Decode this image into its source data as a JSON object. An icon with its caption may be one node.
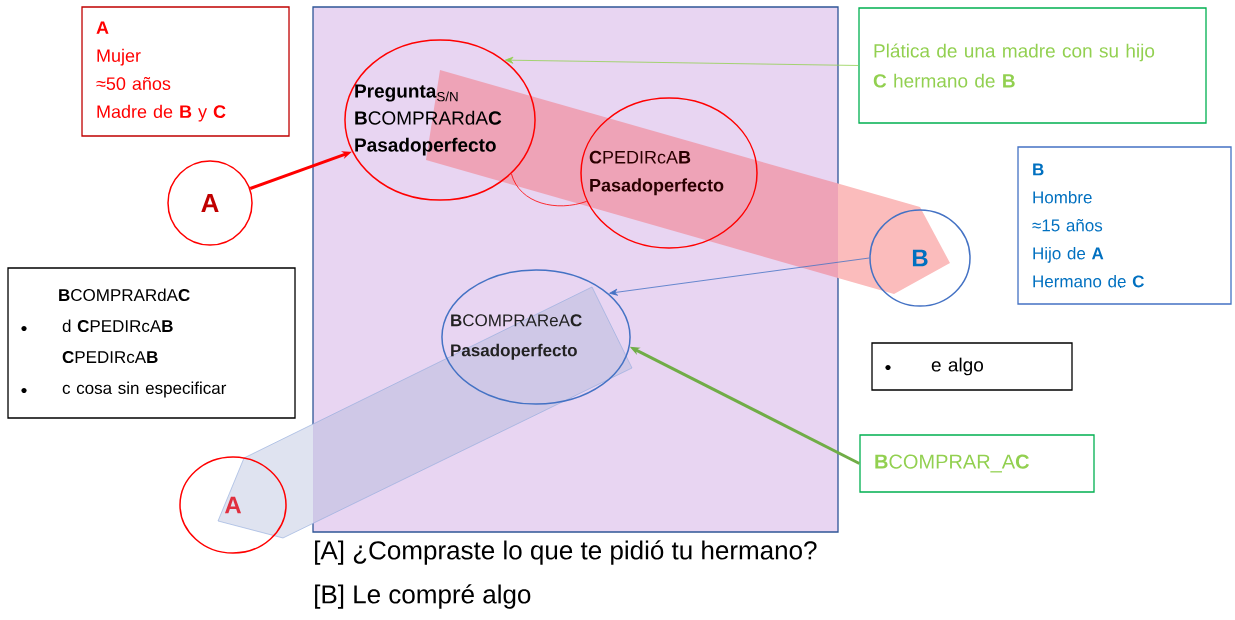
{
  "diagram": {
    "nodes": [
      {
        "text": [
          "A",
          "Mujer",
          "≈50 años",
          "Madre de **B** y **C**"
        ]
      },
      {
        "text": [],
        "shape": "box"
      },
      {
        "text": [
          "**Pregunta**$_{S/N}$",
          "**B**COMPRARdA**C**",
          "Pasadoperfecto"
        ],
        "in": 1
      },
      {
        "text": [
          "**C**PEDIRcA**B**",
          "Pasadoperfecto"
        ],
        "in": 1
      },
      {
        "text": [
          "Plática de una madre con su hijo",
          "**C** hermano de **B**"
        ]
      },
      {
        "text": [
          "A"
        ]
      },
      {
        "text": [
          "B",
          "Hombre",
          "≈15 años",
          "Hijo de **A**",
          "Hermano de **C**"
        ]
      },
      {
        "text": [
          "B"
        ]
      },
      {
        "text": [
          "**B**COMPRARdA**C**",
          "d **C**PEDIRcA**B**",
          "**C**PEDIRcA**B**",
          "c cosa sin especificar"
        ]
      },
      {
        "text": [
          "**B**COMPRAReA**C**",
          "Pasadoperfecto"
        ],
        "in": 1
      },
      {
        "text": [
          "e algo"
        ]
      },
      {
        "text": [
          "A"
        ]
      },
      {
        "text": [
          "**B**COMPRAR_A**C**"
        ]
      }
    ],
    "edges": [
      {
        "from": 5,
        "to": 2,
        "arrow": "to",
        "style": "thick",
        "color": "#ff0000"
      },
      {
        "from": 4,
        "to": 2,
        "arrow": "to",
        "color": "#92d050"
      },
      {
        "from": 7,
        "to": 9,
        "arrow": "to",
        "color": "#4472c4"
      },
      {
        "from": 12,
        "to": 9,
        "arrow": "to",
        "style": "thick",
        "color": "#70ad47"
      },
      {
        "from": 2,
        "to": 3,
        "arrow": "none",
        "color": "#ff0000"
      }
    ],
    "labels": [
      "[A] ¿Compraste lo que te pidió tu hermano?",
      "[B] Le compré algo"
    ]
  }
}
